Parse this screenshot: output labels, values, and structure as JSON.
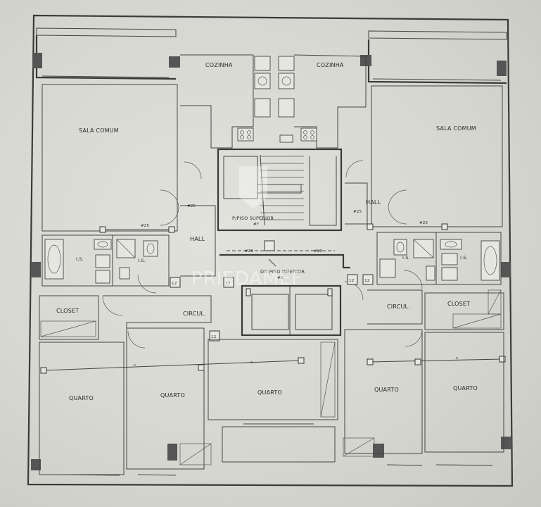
{
  "rooms": {
    "kitchen_left": "COZINHA",
    "kitchen_right": "COZINHA",
    "living_left": "SALA COMUM",
    "living_right": "SALA COMUM",
    "hall_left": "HALL",
    "hall_right": "HALL",
    "bath_left_a": "I.S.",
    "bath_left_b": "I.S.",
    "bath_right_a": "I.S.",
    "bath_right_b": "I.S.",
    "closet_left": "CLOSET",
    "closet_right": "CLOSET",
    "circ_left": "CIRCUL.",
    "circ_right": "CIRCUL.",
    "bedroom_1": "QUARTO",
    "bedroom_2": "QUARTO",
    "bedroom_3": "QUARTO",
    "bedroom_4": "QUARTO",
    "bedroom_5": "QUARTO"
  },
  "stairs": {
    "up_label": "P/PISO SUPERIOR",
    "up_code": "#Y",
    "down_label": "DO PISO INFERIOR",
    "down_code": "#X"
  },
  "markers": {
    "m25_a": "#25",
    "m25_b": "#25",
    "m25_c": "#25",
    "m25_d": "#25",
    "m20_a": "#20",
    "m20_b": "#20",
    "m12": "12",
    "c": "c"
  },
  "watermark": "PRIEDAMEF"
}
